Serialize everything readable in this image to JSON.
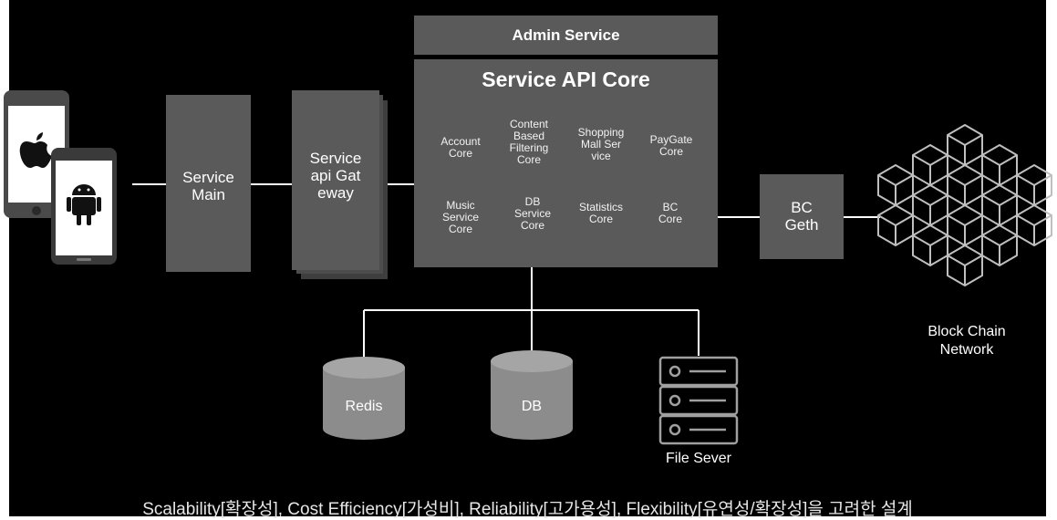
{
  "admin_service": "Admin Service",
  "service_api_core": {
    "title": "Service API Core",
    "modules": [
      "Account\nCore",
      "Content\nBased\nFiltering\nCore",
      "Shopping\nMall  Ser\nvice",
      "PayGate\nCore",
      "Music\nService\nCore",
      "DB\nService\nCore",
      "Statistics\nCore",
      "BC\nCore"
    ]
  },
  "service_main": "Service\nMain",
  "gateway": "Service\napi  Gat\neway",
  "bc_geth": "BC\nGeth",
  "blockchain": "Block Chain\nNetwork",
  "storage": {
    "redis": "Redis",
    "db": "DB",
    "file_server": "File Sever"
  },
  "footer": "Scalability[확장성], Cost Efficiency[가성비], Reliability[고가용성], Flexibility[유연성/확장성]을 고려한 설계",
  "colors": {
    "background": "#000000",
    "box": "#5a5a5a",
    "line": "#ffffff",
    "drum": "#8c8c8c",
    "icon": "#a0a0a0"
  }
}
